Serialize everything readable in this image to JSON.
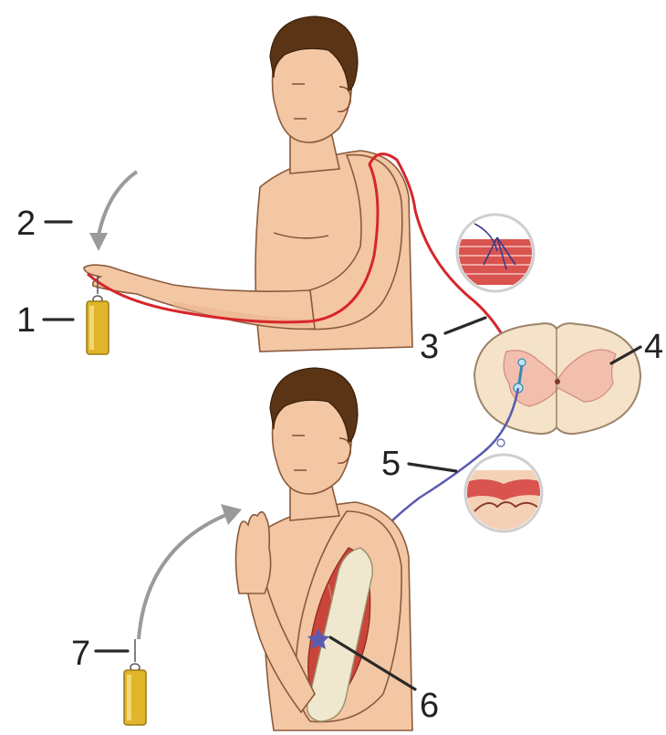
{
  "labels": [
    {
      "id": "1",
      "text": "1"
    },
    {
      "id": "2",
      "text": "2"
    },
    {
      "id": "3",
      "text": "3"
    },
    {
      "id": "4",
      "text": "4"
    },
    {
      "id": "5",
      "text": "5"
    },
    {
      "id": "6",
      "text": "6"
    },
    {
      "id": "7",
      "text": "7"
    }
  ],
  "colors": {
    "sensory_neuron": "#d7262b",
    "motor_neuron": "#5b5bb0",
    "weight": "#e0b52a",
    "arrow": "#9a9a9a",
    "spinal_cord": "#f4e3c8",
    "grey_matter": "#f2bfae",
    "muscle": "#c9453a",
    "bone": "#efe8cf"
  }
}
